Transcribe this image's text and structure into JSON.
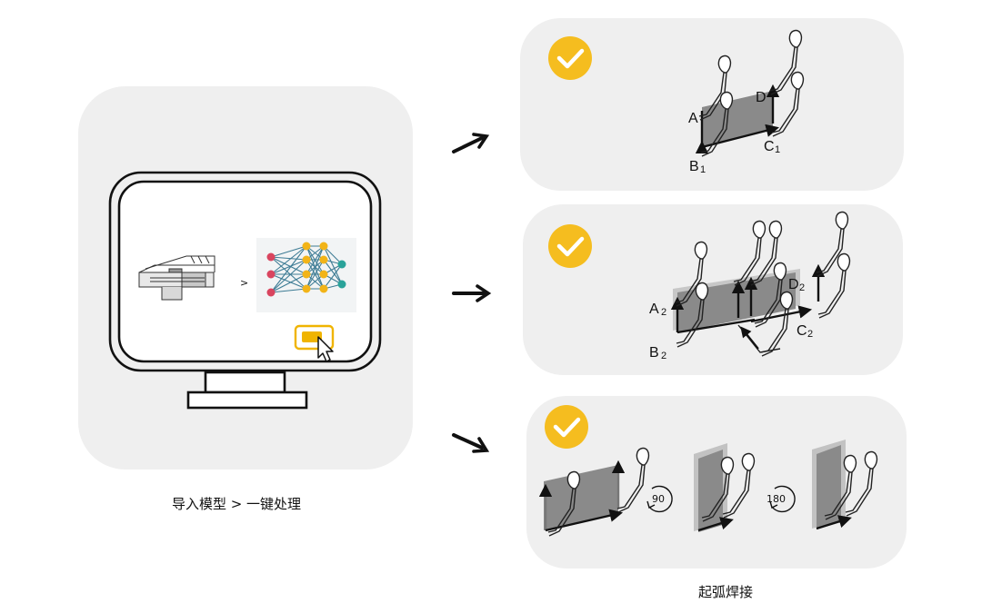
{
  "left": {
    "caption": "导入模型 > 一键处理",
    "separator": ">"
  },
  "right": {
    "caption": "起弧焊接",
    "panel1": {
      "labels": {
        "a": "A",
        "b": "B",
        "b_sub": "1",
        "c": "C",
        "c_sub": "1",
        "d": "D"
      }
    },
    "panel2": {
      "labels": {
        "a": "A",
        "a_sub": "2",
        "b": "B",
        "b_sub": "2",
        "c": "C",
        "c_sub": "2",
        "d": "D",
        "d_sub": "2"
      }
    },
    "panel3": {
      "rotations": [
        "90",
        "180"
      ]
    }
  },
  "colors": {
    "check": "#f5bd1f",
    "panel": "#efefef",
    "plate": "#8a8a8a",
    "accent": "#f0b400",
    "node_red": "#d9455f",
    "node_yellow": "#f2b418",
    "node_teal": "#2aa39a",
    "net_line": "#2a6f8a"
  },
  "icons": [
    "check-icon",
    "arrow-icon",
    "monitor-icon",
    "neural-network-icon",
    "cursor-icon",
    "rotate-icon",
    "welding-torch-icon"
  ]
}
